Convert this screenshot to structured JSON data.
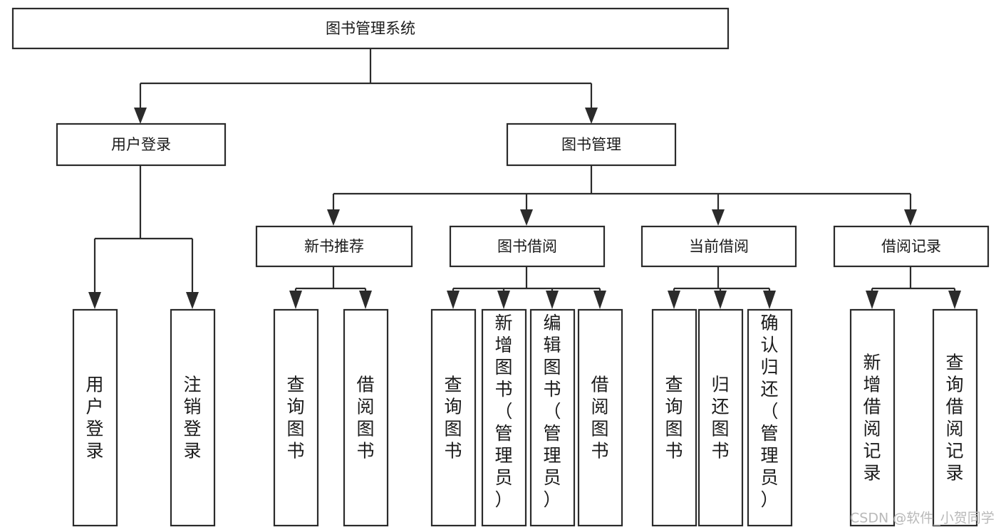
{
  "diagram": {
    "title": "图书管理系统",
    "watermark": "CSDN @软件_小贺同学",
    "colors": {
      "stroke": "#2b2b2b",
      "fill": "#ffffff",
      "text": "#1a1a1a",
      "watermark": "#b9b9b9",
      "background": "#ffffff"
    },
    "levels": {
      "root": "图书管理系统",
      "level2": [
        "用户登录",
        "图书管理"
      ],
      "level3": [
        "新书推荐",
        "图书借阅",
        "当前借阅",
        "借阅记录"
      ]
    },
    "nodes": {
      "root": {
        "label": "图书管理系统",
        "orientation": "horizontal"
      },
      "user_login": {
        "label": "用户登录",
        "orientation": "horizontal"
      },
      "book_manage": {
        "label": "图书管理",
        "orientation": "horizontal"
      },
      "new_book_rec": {
        "label": "新书推荐",
        "orientation": "horizontal"
      },
      "book_borrow": {
        "label": "图书借阅",
        "orientation": "horizontal"
      },
      "current_borrow": {
        "label": "当前借阅",
        "orientation": "horizontal"
      },
      "borrow_record": {
        "label": "借阅记录",
        "orientation": "horizontal"
      },
      "leaf_user_login": {
        "label": "用户登录",
        "orientation": "vertical"
      },
      "leaf_logout": {
        "label": "注销登录",
        "orientation": "vertical"
      },
      "leaf_query_book_a": {
        "label": "查询图书",
        "orientation": "vertical"
      },
      "leaf_borrow_book_a": {
        "label": "借阅图书",
        "orientation": "vertical"
      },
      "leaf_query_book_b": {
        "label": "查询图书",
        "orientation": "vertical"
      },
      "leaf_add_book": {
        "label": "新增图书（管理员）",
        "orientation": "vertical"
      },
      "leaf_edit_book": {
        "label": "编辑图书（管理员）",
        "orientation": "vertical"
      },
      "leaf_borrow_book_b": {
        "label": "借阅图书",
        "orientation": "vertical"
      },
      "leaf_query_book_c": {
        "label": "查询图书",
        "orientation": "vertical"
      },
      "leaf_return_book": {
        "label": "归还图书",
        "orientation": "vertical"
      },
      "leaf_confirm_return": {
        "label": "确认归还（管理员）",
        "orientation": "vertical"
      },
      "leaf_add_record": {
        "label": "新增借阅记录",
        "orientation": "vertical"
      },
      "leaf_query_record": {
        "label": "查询借阅记录",
        "orientation": "vertical"
      }
    },
    "tree": {
      "label": "图书管理系统",
      "children": [
        {
          "label": "用户登录",
          "children": [
            {
              "label": "用户登录",
              "children": []
            },
            {
              "label": "注销登录",
              "children": []
            }
          ]
        },
        {
          "label": "图书管理",
          "children": [
            {
              "label": "新书推荐",
              "children": [
                {
                  "label": "查询图书",
                  "children": []
                },
                {
                  "label": "借阅图书",
                  "children": []
                }
              ]
            },
            {
              "label": "图书借阅",
              "children": [
                {
                  "label": "查询图书",
                  "children": []
                },
                {
                  "label": "新增图书（管理员）",
                  "children": []
                },
                {
                  "label": "编辑图书（管理员）",
                  "children": []
                },
                {
                  "label": "借阅图书",
                  "children": []
                }
              ]
            },
            {
              "label": "当前借阅",
              "children": [
                {
                  "label": "查询图书",
                  "children": []
                },
                {
                  "label": "归还图书",
                  "children": []
                },
                {
                  "label": "确认归还（管理员）",
                  "children": []
                }
              ]
            },
            {
              "label": "借阅记录",
              "children": [
                {
                  "label": "新增借阅记录",
                  "children": []
                },
                {
                  "label": "查询借阅记录",
                  "children": []
                }
              ]
            }
          ]
        }
      ]
    }
  }
}
